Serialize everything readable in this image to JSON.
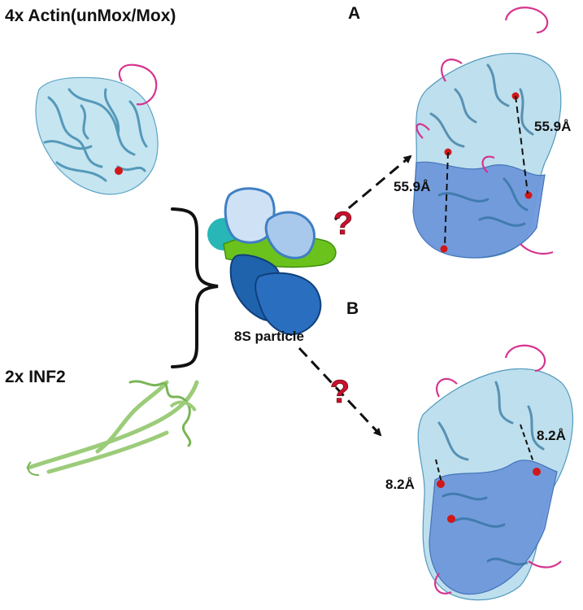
{
  "labels": {
    "actin_title": "4x Actin(unMox/Mox)",
    "inf2_title": "2x INF2",
    "particle_label": "8S particle",
    "panel_a": "A",
    "panel_b": "B",
    "a_distance_right": "55.9Å",
    "a_distance_left": "55.9Å",
    "b_distance_right": "8.2Å",
    "b_distance_left": "8.2Å",
    "question_mark": "?"
  },
  "colors": {
    "actin_light": "#a9d9ea",
    "actin_stroke": "#3d8fb0",
    "actin_dark_blue": "#5f8fd6",
    "inf2_green": "#9ccc7a",
    "dloop_magenta": "#d6338f",
    "marker_red": "#d01818",
    "question_red": "#c8102e",
    "particle_dark": "#1f63ad",
    "particle_light": "#cfe2f5",
    "particle_green": "#6cc21c",
    "particle_teal": "#28b6b6"
  }
}
